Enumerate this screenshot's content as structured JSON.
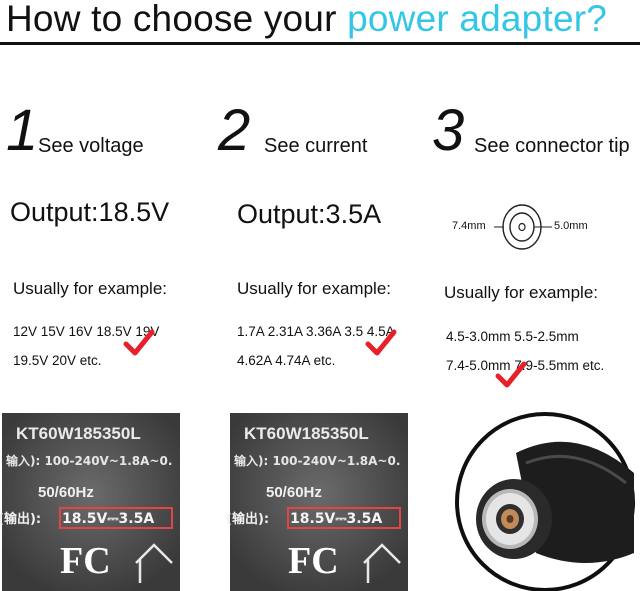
{
  "title": {
    "prefix": "How to choose your ",
    "accent": "power adapter?"
  },
  "colors": {
    "accent": "#33c6e6",
    "check": "#e8202a",
    "highlight": "#e24545"
  },
  "steps": [
    {
      "number": "1",
      "label": "See voltage",
      "headline": "Output:18.5V",
      "example_heading": "Usually for example:",
      "example_line1": "12V 15V 16V 18.5V 19V",
      "example_line2": "19.5V 20V etc."
    },
    {
      "number": "2",
      "label": "See current",
      "headline": "Output:3.5A",
      "example_heading": "Usually for example:",
      "example_line1": "1.7A 2.31A 3.36A 3.5 4.5A",
      "example_line2": "4.62A 4.74A etc."
    },
    {
      "number": "3",
      "label": "See connector tip",
      "outer_label": "7.4mm",
      "inner_label": "5.0mm",
      "example_heading": "Usually for example:",
      "example_line1": "4.5-3.0mm  5.5-2.5mm",
      "example_line2": "7.4-5.0mm 7.9-5.5mm etc."
    }
  ],
  "label_photo": {
    "model": "KT60W185350L",
    "input": "输入): 100-240V~1.8A~0.",
    "freq": "50/60Hz",
    "output_prefix": "(输出):",
    "output_value": "18.5V⎓3.5A",
    "fcc": "FC"
  },
  "photo_icons": {
    "label_photo": "adapter-label-photo-icon",
    "connector_photo": "barrel-connector-photo-icon",
    "check": "red-checkmark-icon"
  }
}
